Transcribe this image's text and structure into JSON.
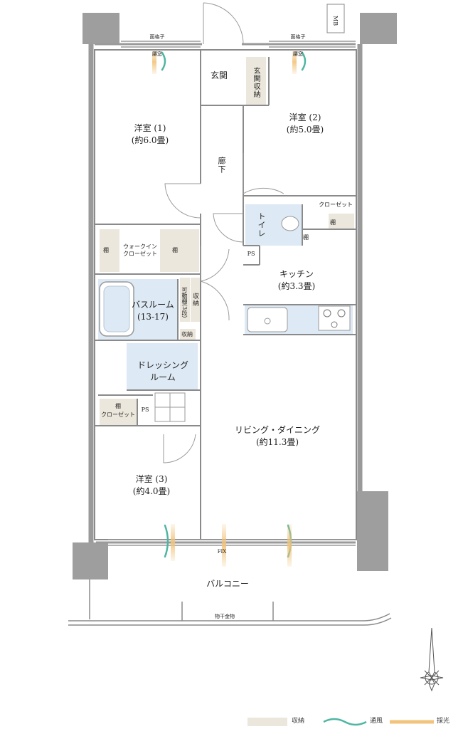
{
  "rooms": {
    "western1": {
      "name": "洋室 (1)",
      "size": "(約6.0畳)"
    },
    "western2": {
      "name": "洋室 (2)",
      "size": "(約5.0畳)"
    },
    "western3": {
      "name": "洋室 (3)",
      "size": "(約4.0畳)"
    },
    "entrance": "玄関",
    "entrance_storage": "玄関収納",
    "hallway": "廊下",
    "toilet": "トイレ",
    "kitchen": {
      "name": "キッチン",
      "size": "(約3.3畳)"
    },
    "ldk": {
      "name": "リビング・ダイニング",
      "size": "(約11.3畳)"
    },
    "bathroom": {
      "name": "バスルーム",
      "size": "(13-17)"
    },
    "dressing": {
      "name": "ドレッシング",
      "name2": "ルーム"
    },
    "walkin": {
      "line1": "ウォークイン",
      "line2": "クローゼット"
    },
    "balcony": "バルコニー"
  },
  "labels": {
    "closet_w2": "クローゼット",
    "closet_w3": "クローゼット",
    "shelf": "棚",
    "storage": "収納",
    "movable_shelf": "可動棚(3段)",
    "ps": "PS",
    "mb": "MB",
    "fix": "FIX",
    "grille": "面格子",
    "waist_window": "腰窓",
    "laundry_hardware": "物干金物"
  },
  "legend": {
    "storage": "収納",
    "ventilation": "通風",
    "daylight": "採光"
  },
  "colors": {
    "storage_fill": "#ece7dc",
    "wet_area_fill": "#dde9f4",
    "wall": "#9a9a9a",
    "ventilation": "#4fb6a3",
    "daylight": "#f2c37a"
  },
  "compass_icon": "compass-rose-icon"
}
